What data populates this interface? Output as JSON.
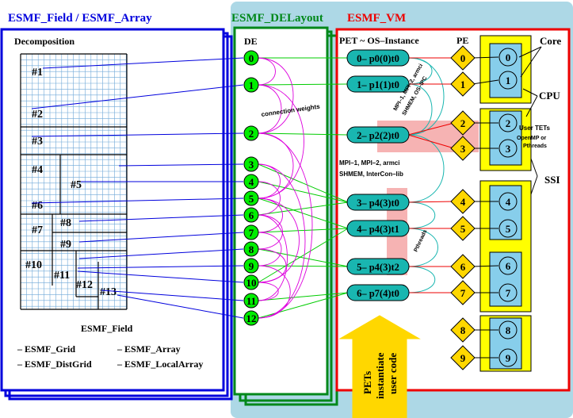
{
  "headers": {
    "field_array": "ESMF_Field / ESMF_Array",
    "delayout": "ESMF_DELayout",
    "vm": "ESMF_VM"
  },
  "left_panel": {
    "decomposition_label": "Decomposition",
    "field_label": "ESMF_Field",
    "sub_items": [
      "– ESMF_Grid",
      "– ESMF_Array",
      "– ESMF_DistGrid",
      "– ESMF_LocalArray"
    ],
    "patches": [
      "#1",
      "#2",
      "#3",
      "#4",
      "#5",
      "#6",
      "#7",
      "#8",
      "#9",
      "#10",
      "#11",
      "#12",
      "#13"
    ]
  },
  "de_column": {
    "header": "DE",
    "items": [
      "0",
      "1",
      "2",
      "3",
      "4",
      "5",
      "6",
      "7",
      "8",
      "9",
      "10",
      "11",
      "12"
    ],
    "connection_weights_label": "connection weights"
  },
  "pet_column": {
    "header": "PET ~ OS–Instance",
    "items": [
      "0– p0(0)t0",
      "1– p1(1)t0",
      "2– p2(2)t0",
      "3– p4(3)t0",
      "4– p4(3)t1",
      "5– p4(3)t2",
      "6– p7(4)t0"
    ],
    "comm_label_1": [
      "MPI–1, MPI–2, armci",
      "SHMEM, OS–IPC"
    ],
    "comm_label_2": [
      "MPI–1, MPI–2, armci",
      "SHMEM, InterCon–lib"
    ],
    "pthreads_label": "Pthreads"
  },
  "pe_column": {
    "header": "PE",
    "items": [
      "0",
      "1",
      "2",
      "3",
      "4",
      "5",
      "6",
      "7",
      "8",
      "9"
    ]
  },
  "core_column": {
    "items": [
      "0",
      "1",
      "2",
      "3",
      "4",
      "5",
      "6",
      "7",
      "8",
      "9"
    ],
    "core_label": "Core",
    "cpu_label": "CPU",
    "ssi_label": "SSI",
    "user_tets": [
      "User TETs",
      "OpenMP or",
      "Pthreads"
    ]
  },
  "pets_arrow": [
    "PETs",
    "instantiate",
    "user code"
  ],
  "colors": {
    "field_blue": "#0000dd",
    "delayout_green": "#00881a",
    "vm_red": "#ee0000",
    "vm_bg": "#add8e6",
    "pill": "#19b6b0",
    "diamond": "#ffd700",
    "core_box": "#ffff00",
    "core_fill": "#87ceeb",
    "grid": "#6fa8d8",
    "magenta": "#dd00dd",
    "pink_band": "#f4a6a6"
  }
}
